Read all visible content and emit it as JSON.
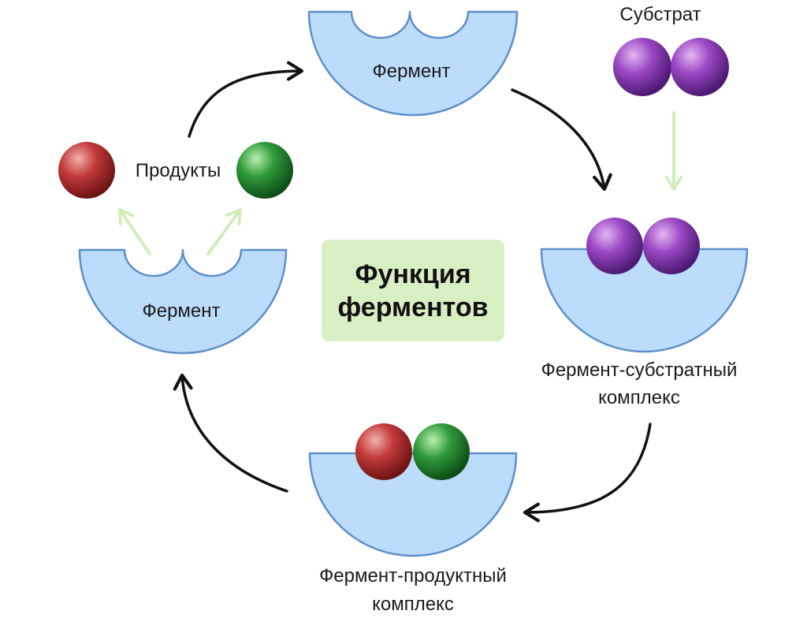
{
  "labels": {
    "enzyme_top": "Фермент",
    "enzyme_left": "Фермент",
    "substrate": "Субстрат",
    "products": "Продукты",
    "es_complex_line1": "Фермент-субстратный",
    "es_complex_line2": "комплекс",
    "ep_complex_line1": "Фермент-продуктный",
    "ep_complex_line2": "комплекс"
  },
  "center_title": {
    "line1": "Функция",
    "line2": "ферментов"
  },
  "colors": {
    "enzyme_fill": "#bcdcfb",
    "enzyme_stroke": "#5e8fc9",
    "substrate": "#8a3db5",
    "product_red": "#c23a3a",
    "product_green": "#2f9a3a",
    "cycle_arrow": "#111111",
    "light_arrow": "#cfeeb8",
    "center_box": "#d8efc3"
  }
}
